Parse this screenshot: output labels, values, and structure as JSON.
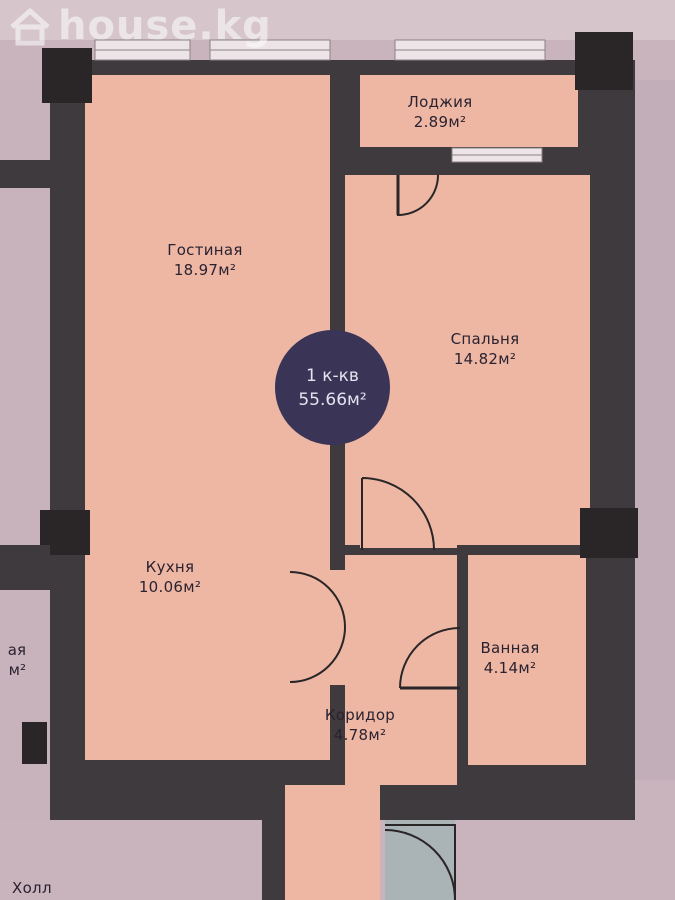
{
  "watermark": {
    "text": "house.kg",
    "icon": "house-icon"
  },
  "apartment": {
    "type": "1 к-кв",
    "total_area": "55.66м²"
  },
  "rooms": [
    {
      "name": "Лоджия",
      "area": "2.89м²"
    },
    {
      "name": "Гостиная",
      "area": "18.97м²"
    },
    {
      "name": "Спальня",
      "area": "14.82м²"
    },
    {
      "name": "Кухня",
      "area": "10.06м²"
    },
    {
      "name": "Ванная",
      "area": "4.14м²"
    },
    {
      "name": "Коридор",
      "area": "4.78м²"
    }
  ],
  "neighbor": {
    "name_fragment": "ая",
    "area_fragment": "м²"
  },
  "hall": {
    "name": "Холл"
  },
  "colors": {
    "room_fill": "#eeb7a4",
    "wall": "#3f3a3d",
    "column": "#2a2628",
    "neighbor_fill": "#c8b3bd",
    "badge": "#3a3457",
    "hall_fill": "#aab3b6"
  }
}
